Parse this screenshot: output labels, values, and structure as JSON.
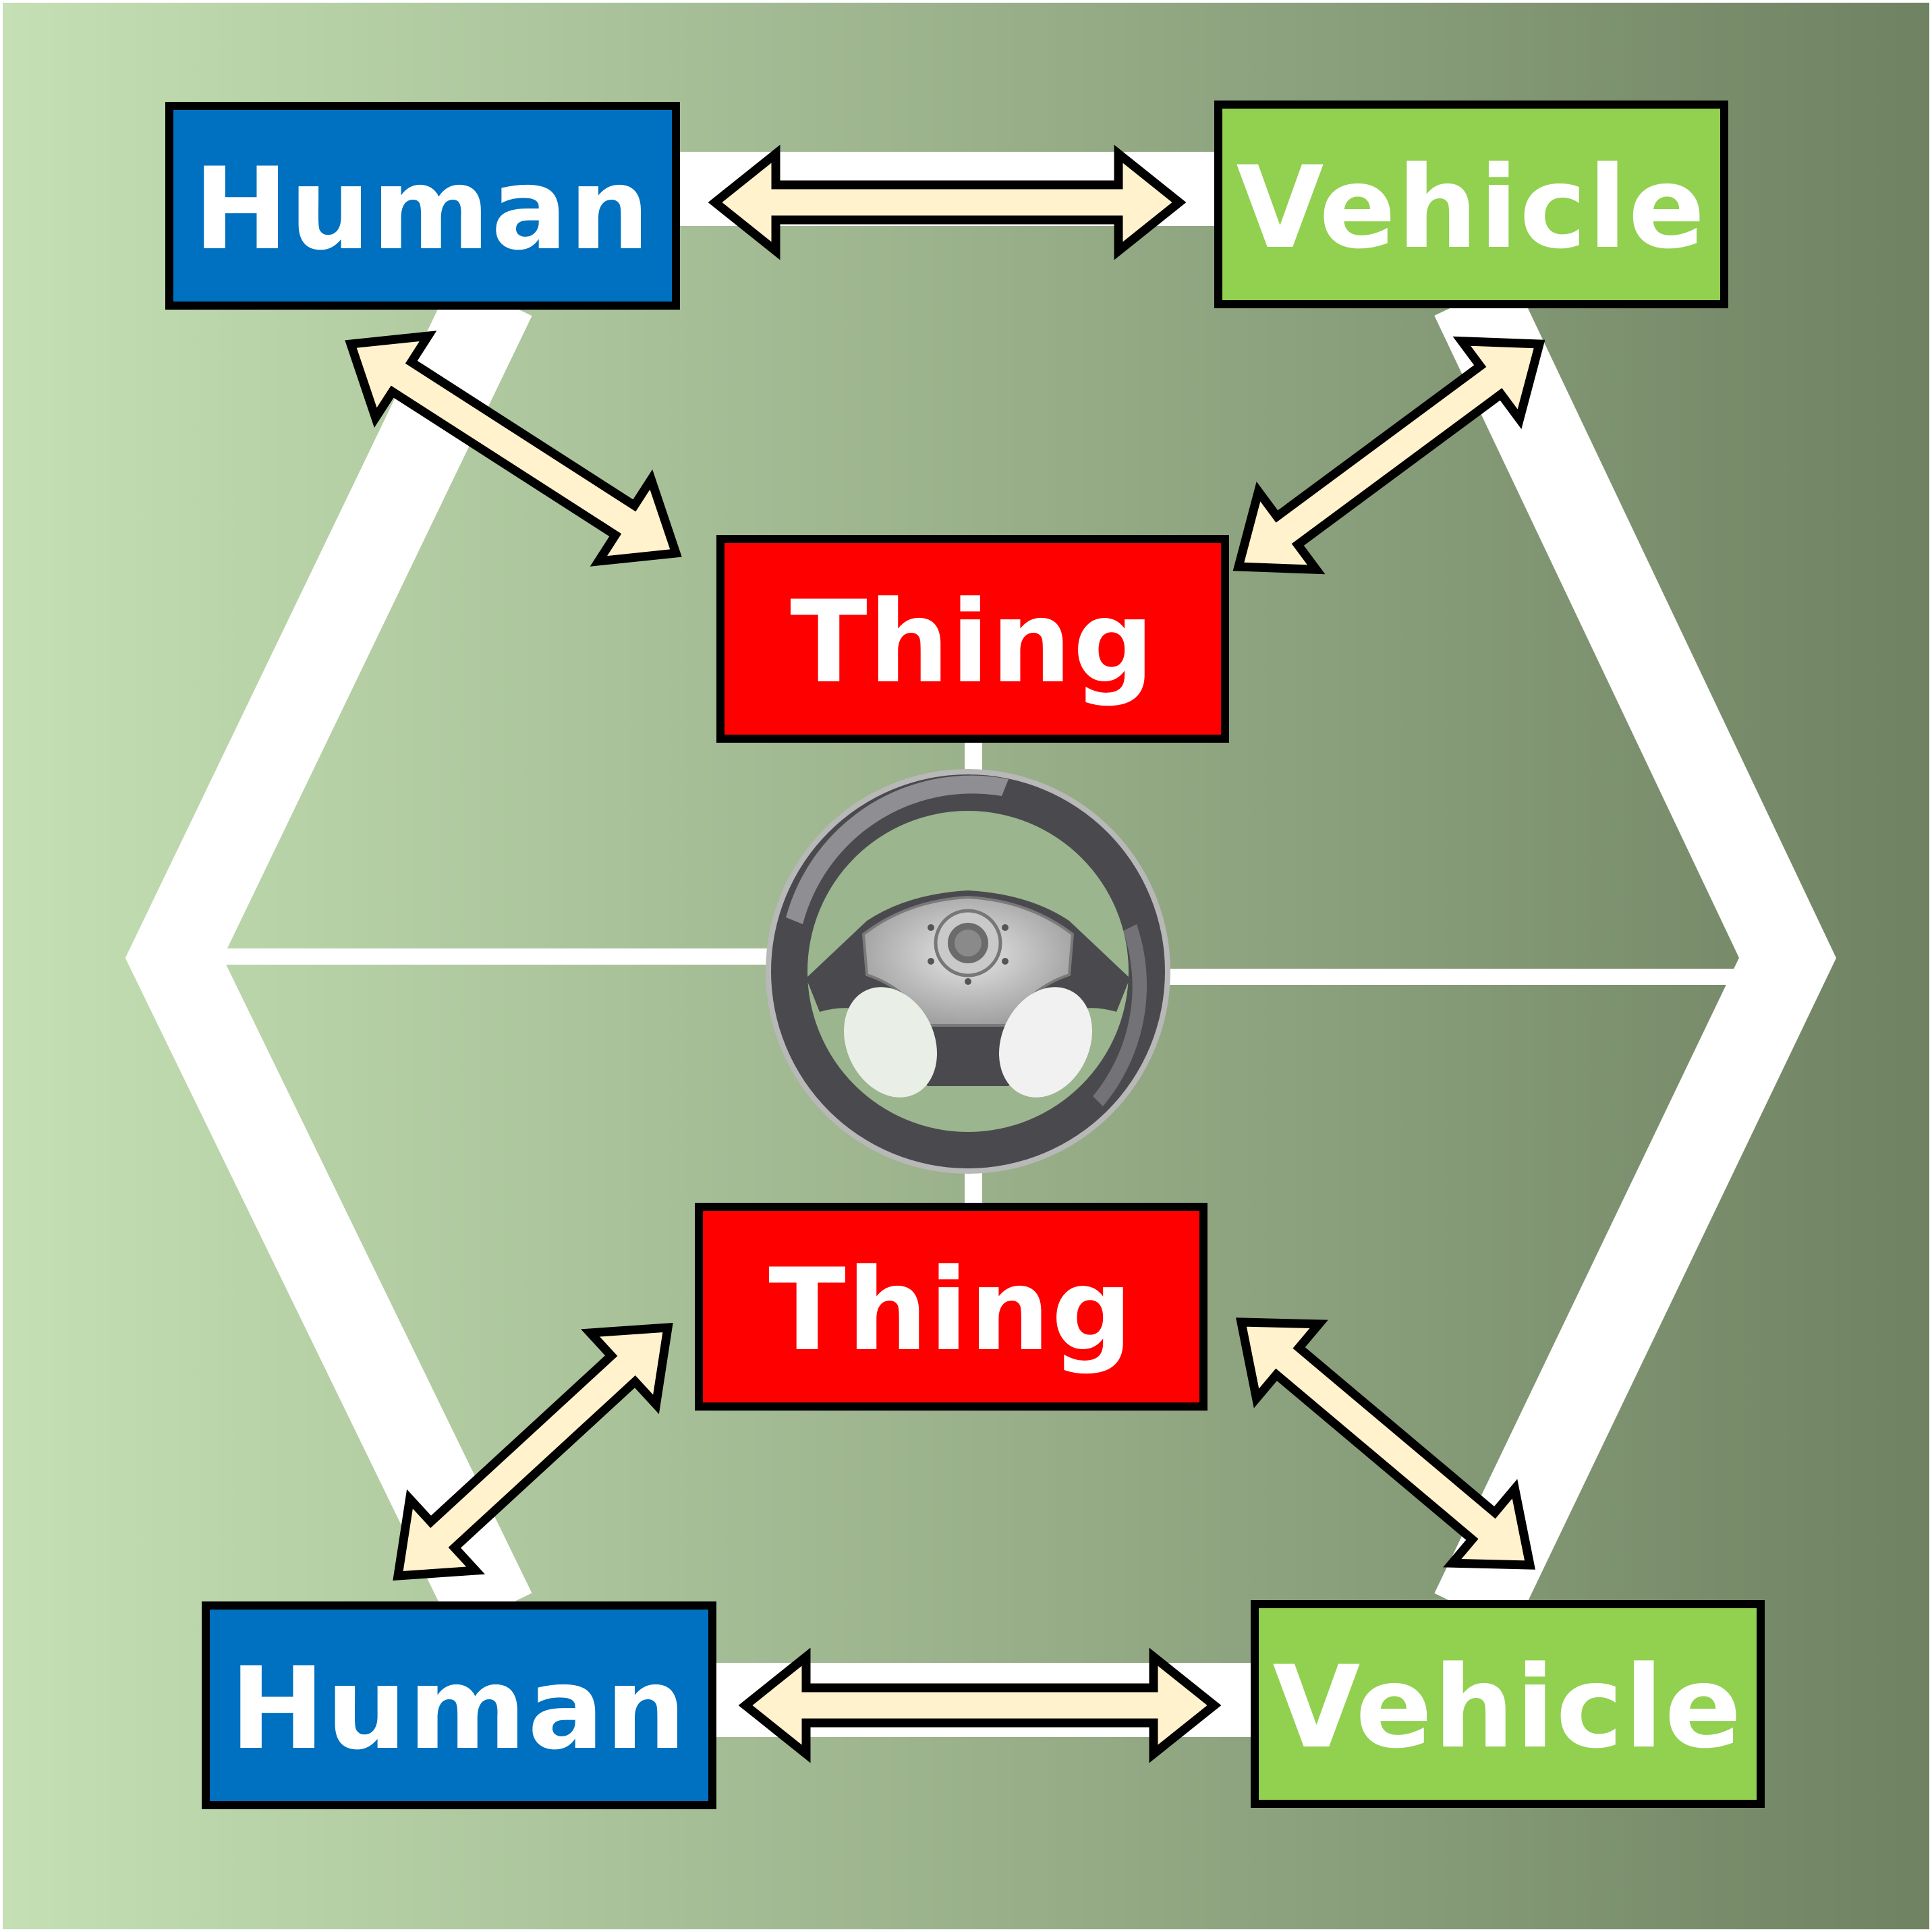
{
  "diagram": {
    "nodes": [
      {
        "id": "human_top",
        "label": "Human",
        "kind": "human"
      },
      {
        "id": "vehicle_top",
        "label": "Vehicle",
        "kind": "vehicle"
      },
      {
        "id": "thing_top",
        "label": "Thing",
        "kind": "thing"
      },
      {
        "id": "thing_bottom",
        "label": "Thing",
        "kind": "thing"
      },
      {
        "id": "human_bottom",
        "label": "Human",
        "kind": "human"
      },
      {
        "id": "vehicle_bottom",
        "label": "Vehicle",
        "kind": "vehicle"
      }
    ],
    "edges": [
      {
        "from": "human_top",
        "to": "vehicle_top",
        "direction": "both"
      },
      {
        "from": "human_top",
        "to": "thing_top",
        "direction": "both"
      },
      {
        "from": "vehicle_top",
        "to": "thing_top",
        "direction": "both"
      },
      {
        "from": "thing_bottom",
        "to": "human_bottom",
        "direction": "both"
      },
      {
        "from": "thing_bottom",
        "to": "vehicle_bottom",
        "direction": "both"
      },
      {
        "from": "human_bottom",
        "to": "vehicle_bottom",
        "direction": "both"
      }
    ],
    "center_icon": "steering-wheel-icon"
  },
  "colors": {
    "human": "#0070C0",
    "vehicle": "#92D050",
    "thing": "#FF0000",
    "arrow_fill": "#FFF2CC",
    "background_left": "#C5E0B4",
    "background_right": "#6F8262"
  }
}
